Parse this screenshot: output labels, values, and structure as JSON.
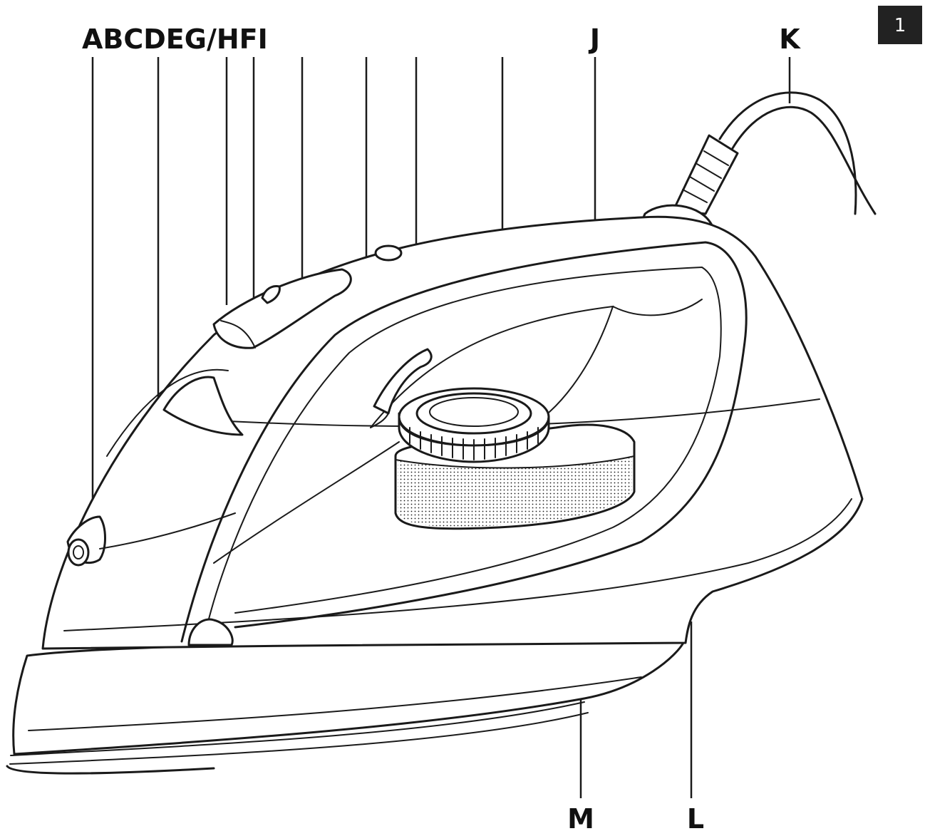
{
  "page_number": "1",
  "labels": {
    "front_group": "ABCDEG/HFI",
    "J": "J",
    "K": "K",
    "L": "L",
    "M": "M"
  },
  "colors": {
    "line": "#1a1a1a",
    "badge": "#222222",
    "background": "#ffffff"
  }
}
